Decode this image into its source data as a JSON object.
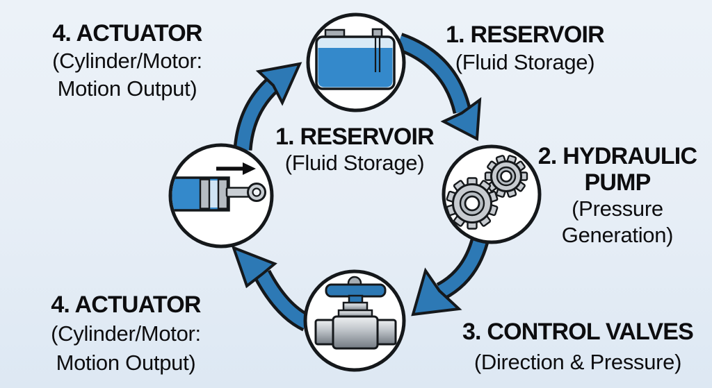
{
  "diagram_type": "hydraulic-system-cycle",
  "colors": {
    "background_top": "#ECF2F8",
    "background_bottom": "#DDE8F3",
    "arrow_blue": "#2D79B5",
    "fluid_blue": "#3489CB",
    "light_fluid": "#D9EAF6",
    "outline_black": "#15181B",
    "text_black": "#0D0D0F",
    "metal_gray": "#C7CBD0",
    "node_fill": "#FFFFFF"
  },
  "icons": {
    "top_node": "reservoir-tank-icon",
    "right_node": "gears-pump-icon",
    "bottom_node": "control-valve-icon",
    "left_node": "hydraulic-cylinder-icon",
    "flow": "curved-arrow-icon"
  },
  "labels": {
    "actuator_top_left": {
      "title": "4. ACTUATOR",
      "sub1": "(Cylinder/Motor:",
      "sub2": "Motion Output)"
    },
    "reservoir_top_right": {
      "title": "1. RESERVOIR",
      "sub1": "(Fluid Storage)"
    },
    "reservoir_center": {
      "title": "1. RESERVOIR",
      "sub1": "(Fluid Storage)"
    },
    "pump_right": {
      "title": "2. HYDRAULIC",
      "title2": "PUMP",
      "sub1": "(Pressure",
      "sub2": "Generation)"
    },
    "actuator_bottom_left": {
      "title": "4. ACTUATOR",
      "sub1": "(Cylinder/Motor:",
      "sub2": "Motion Output)"
    },
    "valves_bottom_right": {
      "title": "3. CONTROL VALVES",
      "sub1": "(Direction & Pressure)"
    }
  }
}
